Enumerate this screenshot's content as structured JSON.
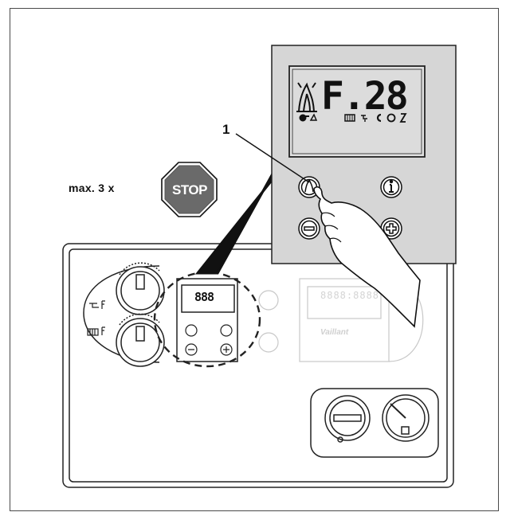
{
  "callout": {
    "number": "1"
  },
  "instruction": {
    "repeat_label": "max. 3 x",
    "stop_sign_text": "STOP"
  },
  "display_zoom": {
    "fault_code": "F.28"
  },
  "control_panel": {
    "mini_display_code": "888",
    "brand": "Vaillant",
    "lcd_digits": "8888:8888"
  },
  "colors": {
    "zoom_panel": "#d6d6d6",
    "stop_sign": "#6a6a6a",
    "outline": "#222222"
  },
  "icons": [
    "flame-icon",
    "reset-button-icon",
    "info-button-icon",
    "minus-button-icon",
    "plus-button-icon",
    "radiator-icon",
    "tap-icon",
    "pressure-gauge-icon",
    "hand-icon"
  ]
}
